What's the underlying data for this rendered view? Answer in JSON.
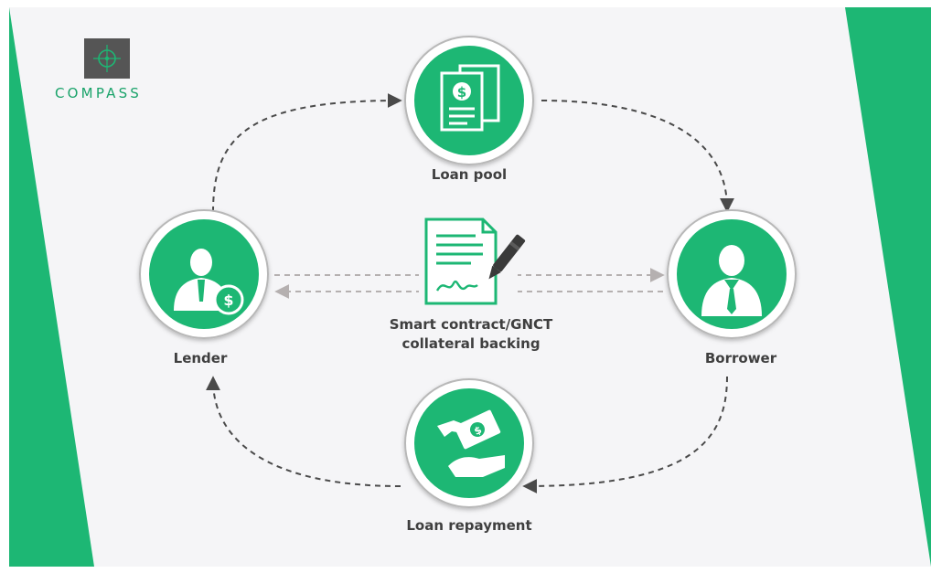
{
  "brand": {
    "name": "COMPASS",
    "icon": "compass-logo-icon"
  },
  "nodes": {
    "loan_pool": {
      "label": "Loan pool",
      "icon": "loan-document-dollar-icon"
    },
    "lender": {
      "label": "Lender",
      "icon": "businessman-dollar-icon"
    },
    "borrower": {
      "label": "Borrower",
      "icon": "businessman-icon"
    },
    "loan_repayment": {
      "label": "Loan repayment",
      "icon": "hand-receiving-money-icon"
    }
  },
  "center": {
    "line1": "Smart contract/GNCT",
    "line2": "collateral backing",
    "icon": "signed-contract-pen-icon"
  },
  "colors": {
    "green": "#1db774",
    "dark_text": "#3f3f3f",
    "arrow_dark": "#4a4a4a",
    "arrow_light": "#b5b0b0",
    "background_panel": "#f5f5f7"
  }
}
